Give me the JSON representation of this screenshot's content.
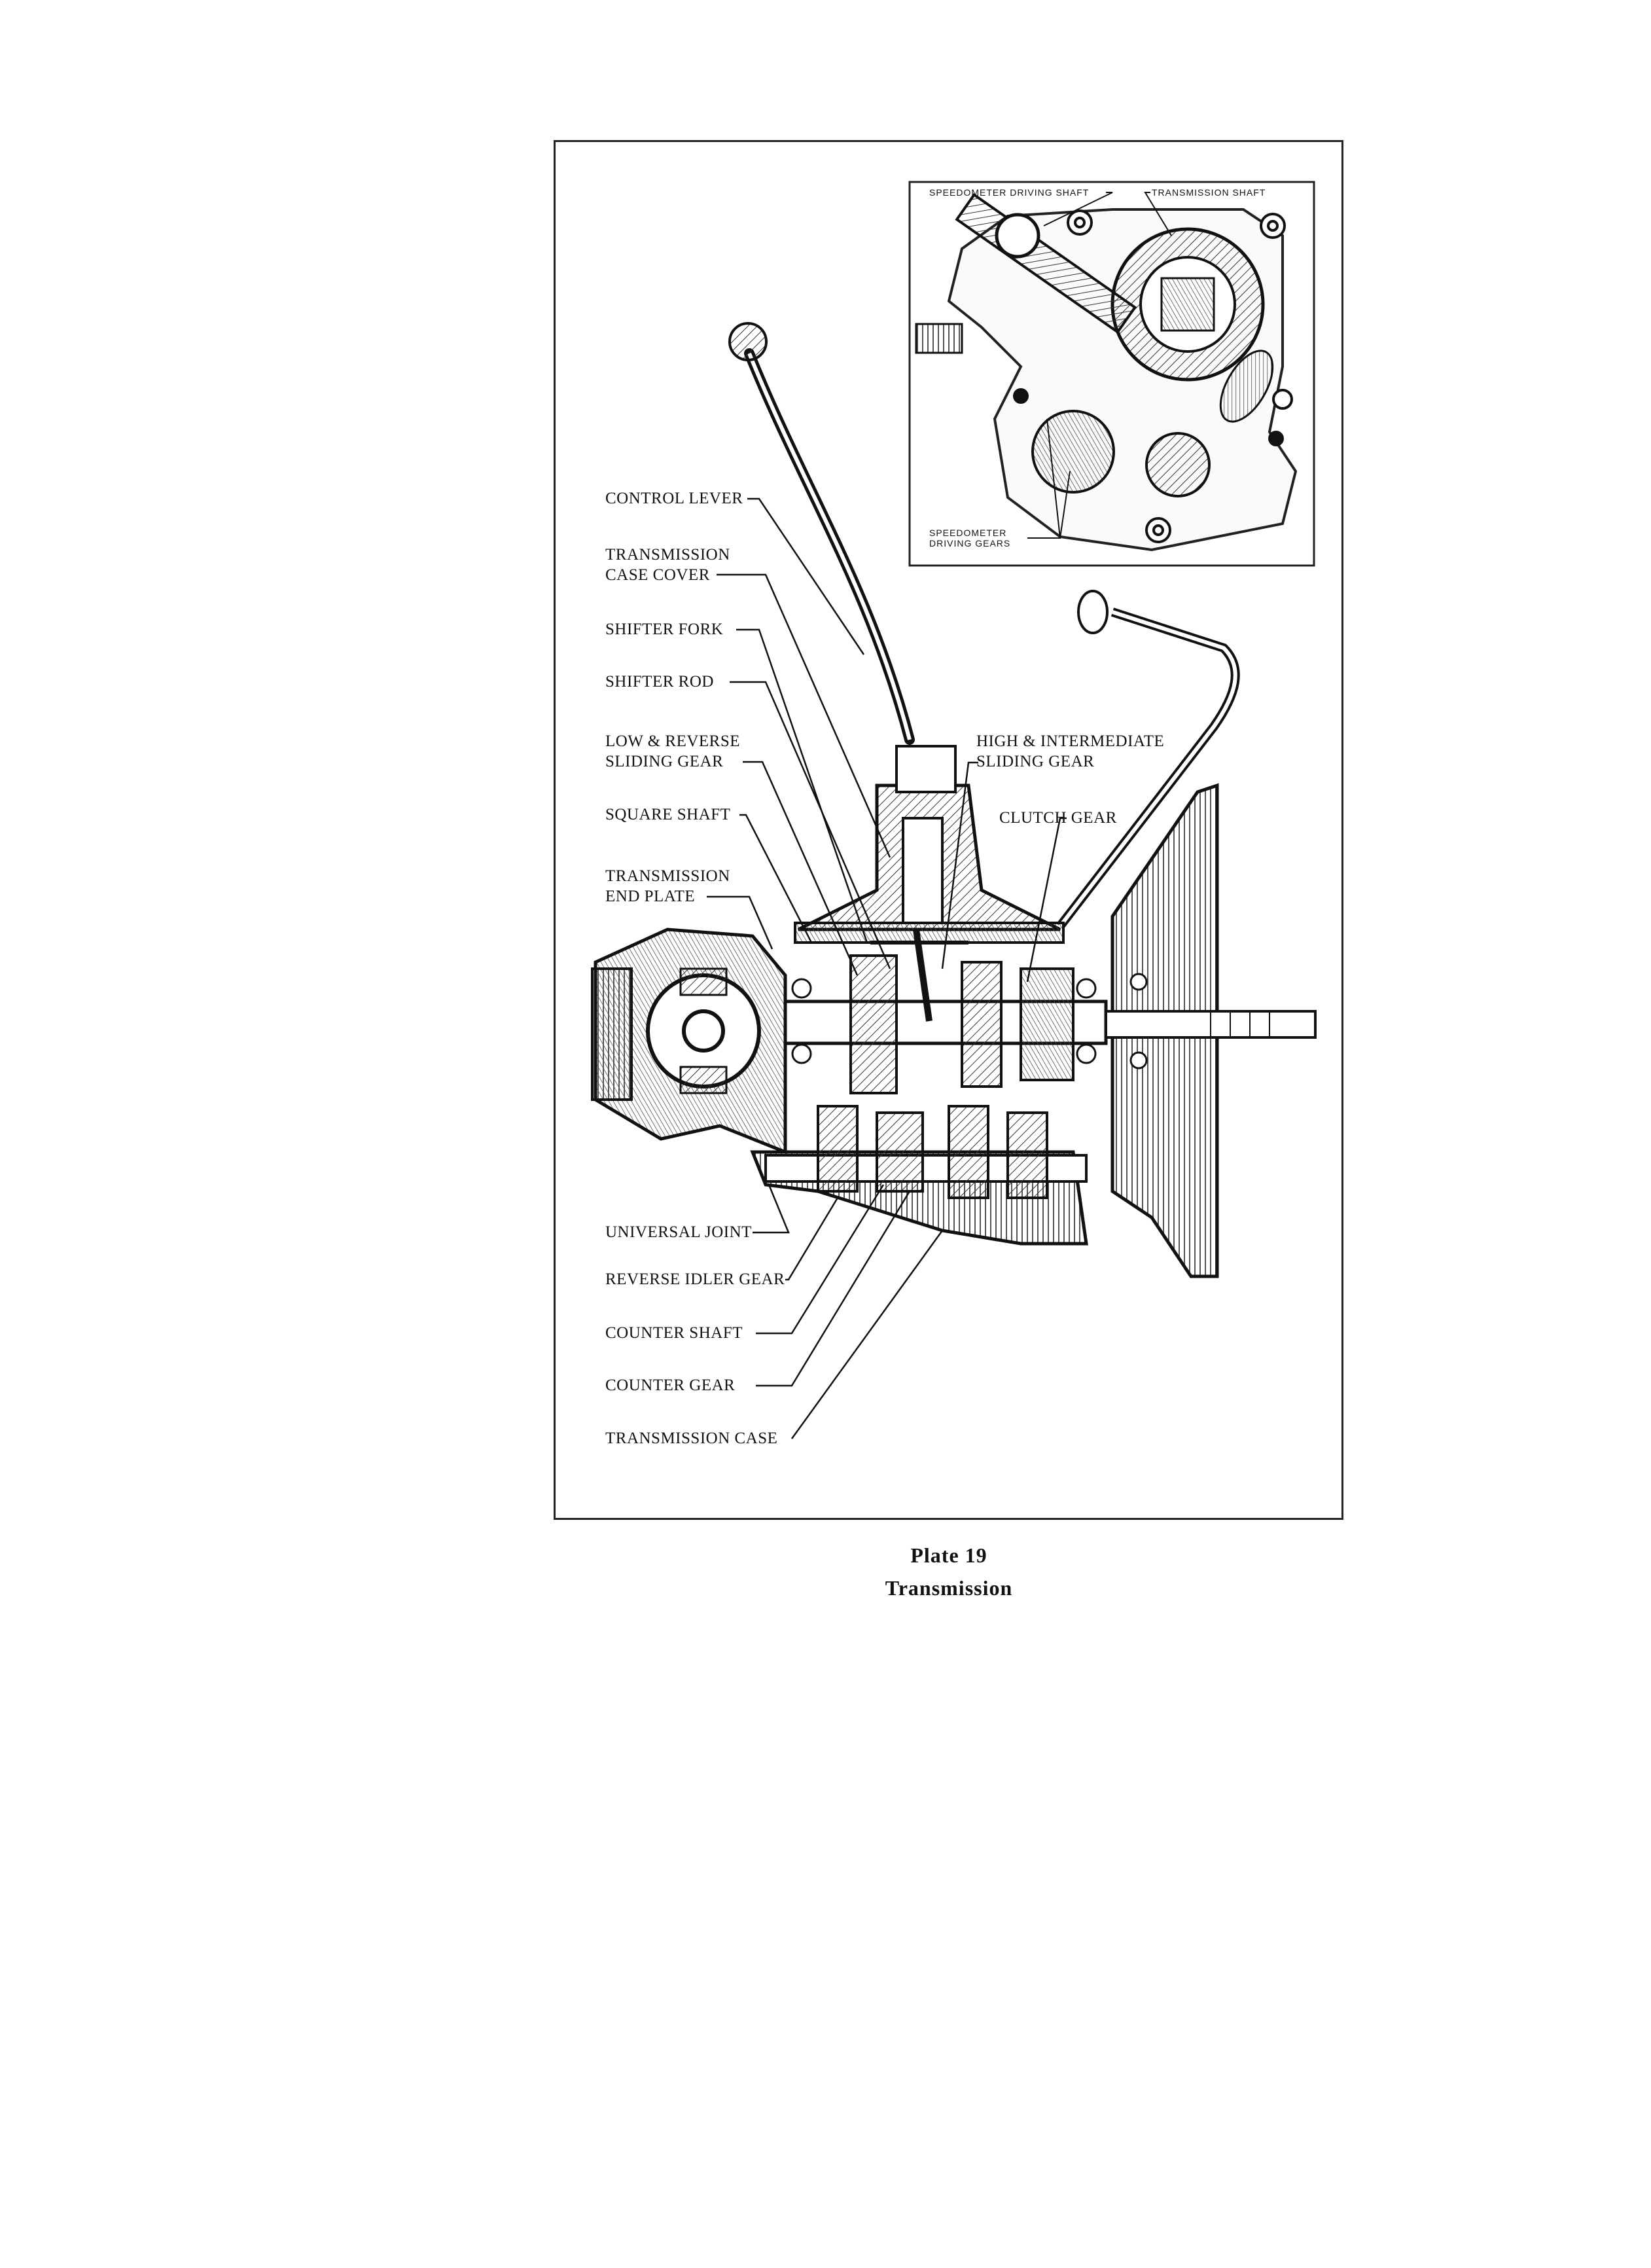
{
  "labels": {
    "control_lever": "CONTROL LEVER",
    "transmission_case_cover": "TRANSMISSION\nCASE COVER",
    "shifter_fork": "SHIFTER FORK",
    "shifter_rod": "SHIFTER ROD",
    "low_reverse_sliding_gear": "LOW & REVERSE\nSLIDING GEAR",
    "square_shaft": "SQUARE SHAFT",
    "transmission_end_plate": "TRANSMISSION\nEND PLATE",
    "high_intermediate_sliding_gear": "HIGH & INTERMEDIATE\nSLIDING GEAR",
    "clutch_gear": "CLUTCH GEAR",
    "universal_joint": "UNIVERSAL JOINT",
    "reverse_idler_gear": "REVERSE IDLER GEAR",
    "counter_shaft": "COUNTER SHAFT",
    "counter_gear": "COUNTER GEAR",
    "transmission_case": "TRANSMISSION CASE"
  },
  "inset": {
    "speedometer_driving_shaft": "SPEEDOMETER DRIVING SHAFT",
    "transmission_shaft": "TRANSMISSION SHAFT",
    "speedometer_driving_gears": "SPEEDOMETER\nDRIVING GEARS"
  },
  "caption": {
    "plate": "Plate 19",
    "title": "Transmission"
  }
}
